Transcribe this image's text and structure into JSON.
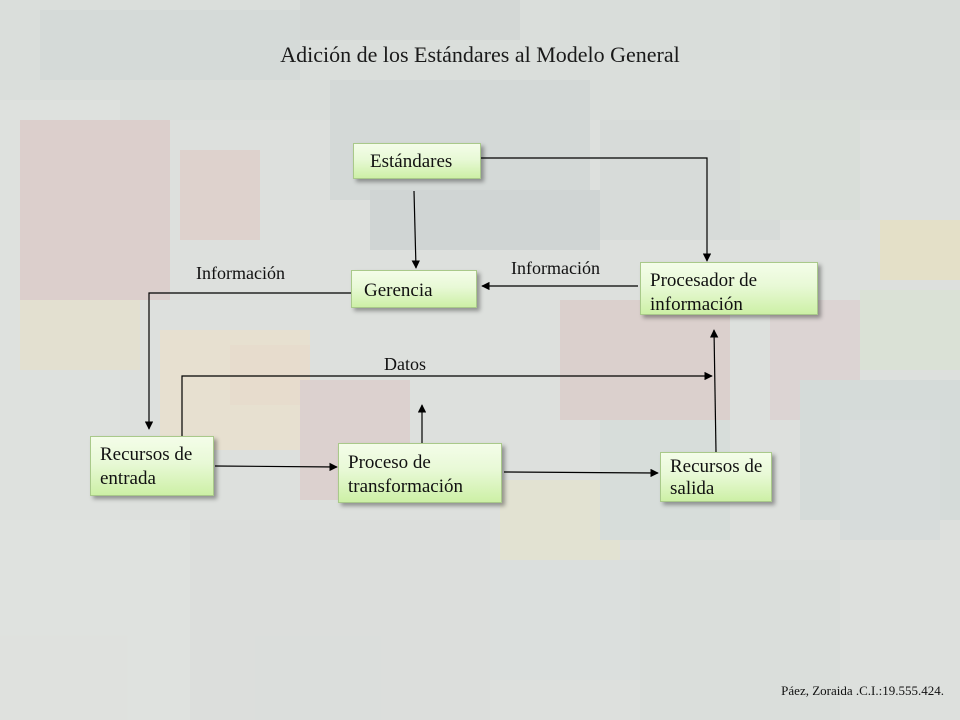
{
  "title": "Adición de los Estándares al Modelo General",
  "nodes": {
    "estandares": "Estándares",
    "gerencia": "Gerencia",
    "procesador": "Procesador de información",
    "recursos_entrada": "Recursos de entrada",
    "proceso": "Proceso de transformación",
    "recursos_salida": "Recursos de salida"
  },
  "edge_labels": {
    "informacion_left": "Información",
    "informacion_right": "Información",
    "datos": "Datos"
  },
  "edges": [
    {
      "from": "estandares",
      "to": "gerencia"
    },
    {
      "from": "estandares",
      "to": "procesador"
    },
    {
      "from": "procesador",
      "to": "gerencia",
      "label": "Información"
    },
    {
      "from": "gerencia",
      "to": "recursos_entrada",
      "label": "Información"
    },
    {
      "from": "recursos_entrada",
      "to": "proceso"
    },
    {
      "from": "proceso",
      "to": "recursos_salida"
    },
    {
      "from": "recursos_salida",
      "to": "procesador"
    },
    {
      "from": "recursos_entrada",
      "to": "procesador",
      "label": "Datos"
    },
    {
      "from": "proceso",
      "to": "datos-line"
    }
  ],
  "credit": "Páez, Zoraida .C.I.:19.555.424.",
  "colors": {
    "box_top": "#f4fde9",
    "box_bottom": "#cdf0a6",
    "box_border": "#a9c98a",
    "arrow": "#000000"
  }
}
